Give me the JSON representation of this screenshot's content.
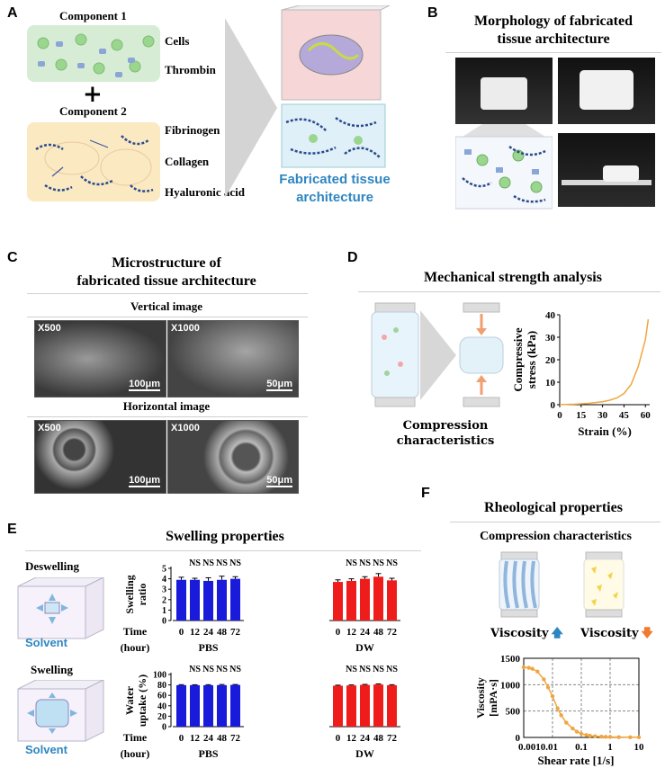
{
  "panels": {
    "a": {
      "label": "A",
      "component1": "Component 1",
      "component2": "Component 2",
      "plus": "+",
      "cells": "Cells",
      "thrombin": "Thrombin",
      "fibrinogen": "Fibrinogen",
      "collagen": "Collagen",
      "hyaluronic": "Hyaluronic acid",
      "fabricated_line1": "Fabricated tissue",
      "fabricated_line2": "architecture"
    },
    "b": {
      "label": "B",
      "title_line1": "Morphology of fabricated",
      "title_line2": "tissue architecture"
    },
    "c": {
      "label": "C",
      "title_line1": "Microstructure of",
      "title_line2": "fabricated tissue architecture",
      "vertical": "Vertical image",
      "horizontal": "Horizontal image",
      "x500": "X500",
      "x1000": "X1000",
      "scale100": "100μm",
      "scale50": "50μm"
    },
    "d": {
      "label": "D",
      "title": "Mechanical strength analysis",
      "caption_line1": "Compression",
      "caption_line2": "characteristics"
    },
    "e": {
      "label": "E",
      "title": "Swelling properties",
      "deswelling": "Deswelling",
      "swelling": "Swelling",
      "solvent": "Solvent"
    },
    "f": {
      "label": "F",
      "title": "Rheological properties",
      "subtitle": "Compression characteristics",
      "viscosity": "Viscosity"
    }
  },
  "colors": {
    "blue_bar": "#1a1adb",
    "red_bar": "#ef1c1c",
    "orange_line": "#f0a640",
    "fabricated_text": "#2e86c1",
    "solvent_text": "#2e86c1"
  },
  "chart_data": [
    {
      "id": "stress-strain",
      "type": "line",
      "xlabel": "Strain (%)",
      "ylabel_line1": "Compressive",
      "ylabel_line2": "stress (kPa)",
      "xticks": [
        0,
        15,
        30,
        45,
        60
      ],
      "yticks": [
        0,
        10,
        20,
        30,
        40
      ],
      "xlim": [
        0,
        63
      ],
      "ylim": [
        0,
        40
      ],
      "x": [
        0,
        10,
        20,
        30,
        35,
        40,
        45,
        50,
        55,
        60,
        62
      ],
      "y": [
        0,
        0.2,
        0.6,
        1.3,
        2.0,
        3.0,
        5.0,
        9.0,
        17,
        29,
        38
      ]
    },
    {
      "id": "swelling-ratio",
      "type": "bar",
      "ylabel_line1": "Swelling",
      "ylabel_line2": "ratio",
      "yticks": [
        0,
        1,
        2,
        3,
        4,
        5
      ],
      "ylim": [
        0,
        5
      ],
      "row_label_time": "Time",
      "row_label_hour": "(hour)",
      "categories": [
        "0",
        "12",
        "24",
        "48",
        "72"
      ],
      "groups": [
        {
          "name": "PBS",
          "values": [
            3.9,
            3.9,
            3.8,
            3.9,
            4.0
          ],
          "err": [
            0.25,
            0.15,
            0.3,
            0.35,
            0.2
          ],
          "sig": [
            "",
            "NS",
            "NS",
            "NS",
            "NS"
          ]
        },
        {
          "name": "DW",
          "values": [
            3.7,
            3.8,
            4.0,
            4.2,
            3.85
          ],
          "err": [
            0.2,
            0.2,
            0.2,
            0.3,
            0.2
          ],
          "sig": [
            "",
            "NS",
            "NS",
            "NS",
            "NS"
          ]
        }
      ]
    },
    {
      "id": "water-uptake",
      "type": "bar",
      "ylabel_line1": "Water",
      "ylabel_line2": "uptake (%)",
      "yticks": [
        0,
        20,
        40,
        60,
        80,
        100
      ],
      "ylim": [
        0,
        100
      ],
      "row_label_time": "Time",
      "row_label_hour": "(hour)",
      "categories": [
        "0",
        "12",
        "24",
        "48",
        "72"
      ],
      "groups": [
        {
          "name": "PBS",
          "values": [
            79.5,
            79.5,
            79.4,
            79.6,
            80.0
          ],
          "err": [
            1.0,
            0.8,
            1.0,
            1.2,
            0.8
          ],
          "sig": [
            "",
            "NS",
            "NS",
            "NS",
            "NS"
          ]
        },
        {
          "name": "DW",
          "values": [
            78.5,
            79.0,
            80.0,
            80.8,
            79.4
          ],
          "err": [
            1.0,
            1.0,
            1.0,
            1.2,
            1.0
          ],
          "sig": [
            "",
            "NS",
            "NS",
            "NS",
            "NS"
          ]
        }
      ]
    },
    {
      "id": "viscosity",
      "type": "line",
      "xscale": "log",
      "xlabel": "Shear rate [1/s]",
      "ylabel_line1": "Viscosity",
      "ylabel_line2": "[mPA·s]",
      "xticklabels": [
        "0.001",
        "0.01",
        "0.1",
        "1",
        "10"
      ],
      "yticks": [
        0,
        500,
        1000,
        1500
      ],
      "ylim": [
        0,
        1500
      ],
      "x": [
        0.001,
        0.0015,
        0.002,
        0.003,
        0.005,
        0.007,
        0.01,
        0.015,
        0.02,
        0.03,
        0.05,
        0.07,
        0.1,
        0.15,
        0.2,
        0.3,
        0.5,
        0.7,
        1,
        2,
        5,
        10
      ],
      "y": [
        1330,
        1320,
        1300,
        1250,
        1100,
        950,
        780,
        550,
        420,
        280,
        170,
        110,
        70,
        45,
        32,
        22,
        15,
        11,
        9,
        6,
        4,
        3
      ],
      "grid": true
    }
  ]
}
